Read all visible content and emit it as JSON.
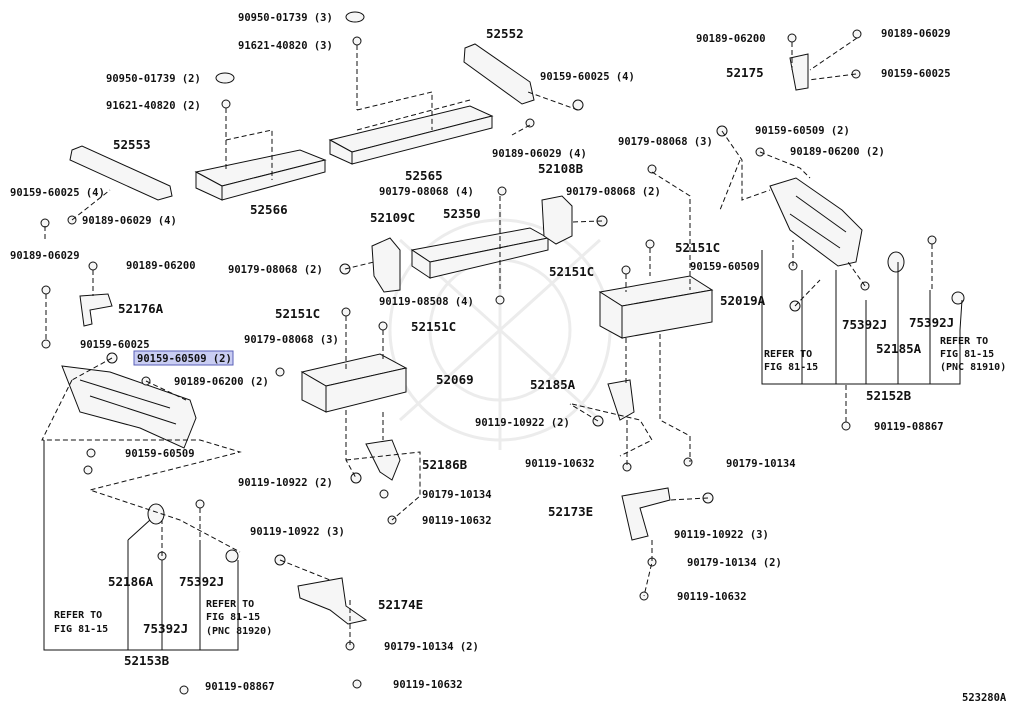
{
  "diagram_id": "523280A",
  "highlighted": "90159-60509 (2)",
  "labels": {
    "c_90950_01739_3": "90950-01739 (3)",
    "c_91621_40820_3": "91621-40820 (3)",
    "c_90950_01739_2": "90950-01739 (2)",
    "c_91621_40820_2": "91621-40820 (2)",
    "p_52552": "52552",
    "p_52553": "52553",
    "c_90159_60025_4a": "90159-60025 (4)",
    "c_90189_06029_4a": "90189-06029 (4)",
    "c_90159_60025_4b": "90159-60025 (4)",
    "c_90189_06029_4b": "90189-06029 (4)",
    "p_52565": "52565",
    "p_52566": "52566",
    "c_90179_08068_4": "90179-08068 (4)",
    "p_52108B": "52108B",
    "c_90179_08068_2a": "90179-08068 (2)",
    "c_90179_08068_3a": "90179-08068 (3)",
    "p_52109C": "52109C",
    "p_52350": "52350",
    "c_90179_08068_2b": "90179-08068 (2)",
    "c_90119_08508_4": "90119-08508 (4)",
    "c_90189_06029_left": "90189-06029",
    "c_90189_06200_left": "90189-06200",
    "p_52176A": "52176A",
    "c_90159_60025_left": "90159-60025",
    "c_90159_60509_2_hl": "90159-60509 (2)",
    "c_90189_06200_2_left": "90189-06200 (2)",
    "c_90159_60509_left2": "90159-60509",
    "p_52151C_a": "52151C",
    "p_52151C_b": "52151C",
    "c_90179_08068_3b": "90179-08068 (3)",
    "p_52069": "52069",
    "p_52186B": "52186B",
    "c_90119_10922_2a": "90119-10922 (2)",
    "c_90179_10134_a": "90179-10134",
    "c_90119_10632_a": "90119-10632",
    "c_90119_10922_3a": "90119-10922 (3)",
    "p_52174E": "52174E",
    "c_90179_10134_2a": "90179-10134 (2)",
    "c_90119_10632_b": "90119-10632",
    "p_52151C_c": "52151C",
    "p_52151C_d": "52151C",
    "p_52019A": "52019A",
    "c_90159_60509_mid": "90159-60509",
    "p_52185A_mid": "52185A",
    "c_90119_10922_2b": "90119-10922 (2)",
    "c_90119_10632_c": "90119-10632",
    "c_90179_10134_b": "90179-10134",
    "p_52173E": "52173E",
    "c_90119_10922_3b": "90119-10922 (3)",
    "c_90179_10134_2b": "90179-10134 (2)",
    "c_90119_10632_d": "90119-10632",
    "c_90189_06200_tr": "90189-06200",
    "c_90189_06029_tr": "90189-06029",
    "p_52175": "52175",
    "c_90159_60025_tr": "90159-60025",
    "c_90159_60509_2_r": "90159-60509 (2)",
    "c_90189_06200_2_r": "90189-06200 (2)",
    "p_75392J_r1": "75392J",
    "p_75392J_r2": "75392J",
    "p_52185A_r": "52185A",
    "note_refer_r1": "REFER TO",
    "note_fig_r1": "FIG 81-15",
    "note_refer_r2": "REFER TO",
    "note_fig_r2": "FIG 81-15",
    "note_pnc_r2": "(PNC 81910)",
    "p_52152B": "52152B",
    "c_90119_08867_r": "90119-08867",
    "p_52186A": "52186A",
    "p_75392J_l1": "75392J",
    "p_75392J_l2": "75392J",
    "note_refer_l1": "REFER TO",
    "note_fig_l1": "FIG 81-15",
    "note_refer_l2": "REFER TO",
    "note_fig_l2": "FIG 81-15",
    "note_pnc_l2": "(PNC 81920)",
    "p_52153B": "52153B",
    "c_90119_08867_l": "90119-08867"
  }
}
